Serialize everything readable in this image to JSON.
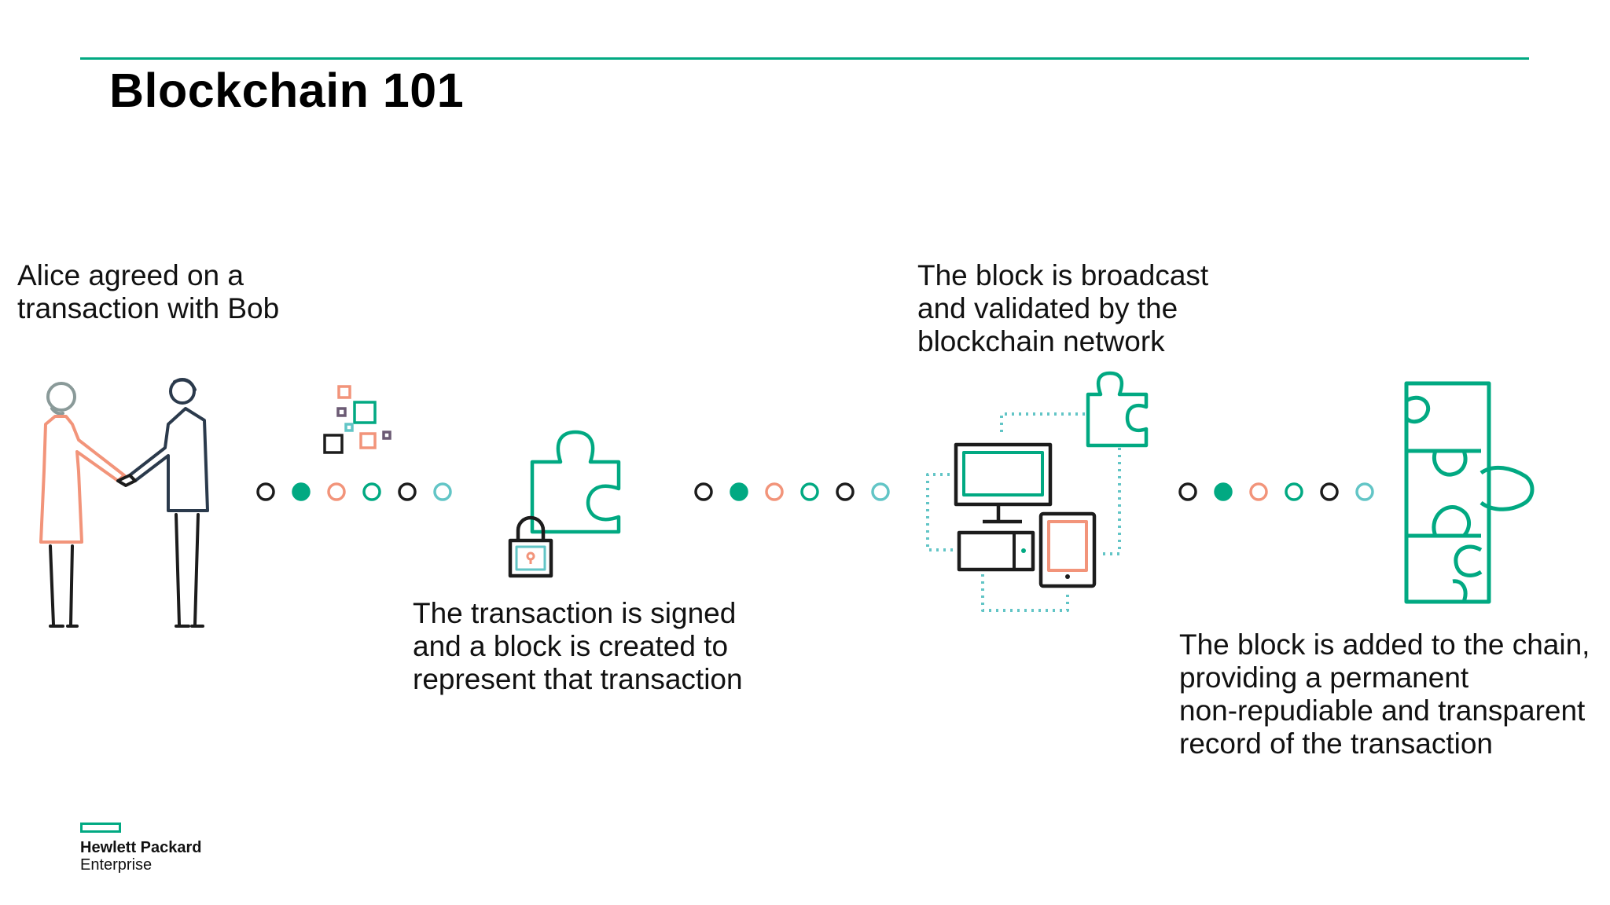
{
  "title": "Blockchain 101",
  "steps": [
    {
      "text": "Alice agreed on a\ntransaction with Bob",
      "icon": "handshake-icon"
    },
    {
      "text": "The transaction is signed\nand a block is created to\nrepresent that transaction",
      "icon": "signed-puzzle-piece-icon"
    },
    {
      "text": "The block is broadcast\nand validated by the\nblockchain network",
      "icon": "network-computers-icon"
    },
    {
      "text": "The block is added to the chain,\nproviding a permanent\nnon-repudiable and transparent\nrecord of the transaction",
      "icon": "stacked-puzzle-chain-icon"
    }
  ],
  "logo": {
    "line1": "Hewlett Packard",
    "line2": "Enterprise"
  },
  "colors": {
    "accent": "#01a982",
    "salmon": "#f2947a",
    "teal_light": "#62c5c6",
    "dark": "#1c2b3a",
    "text": "#111111"
  }
}
